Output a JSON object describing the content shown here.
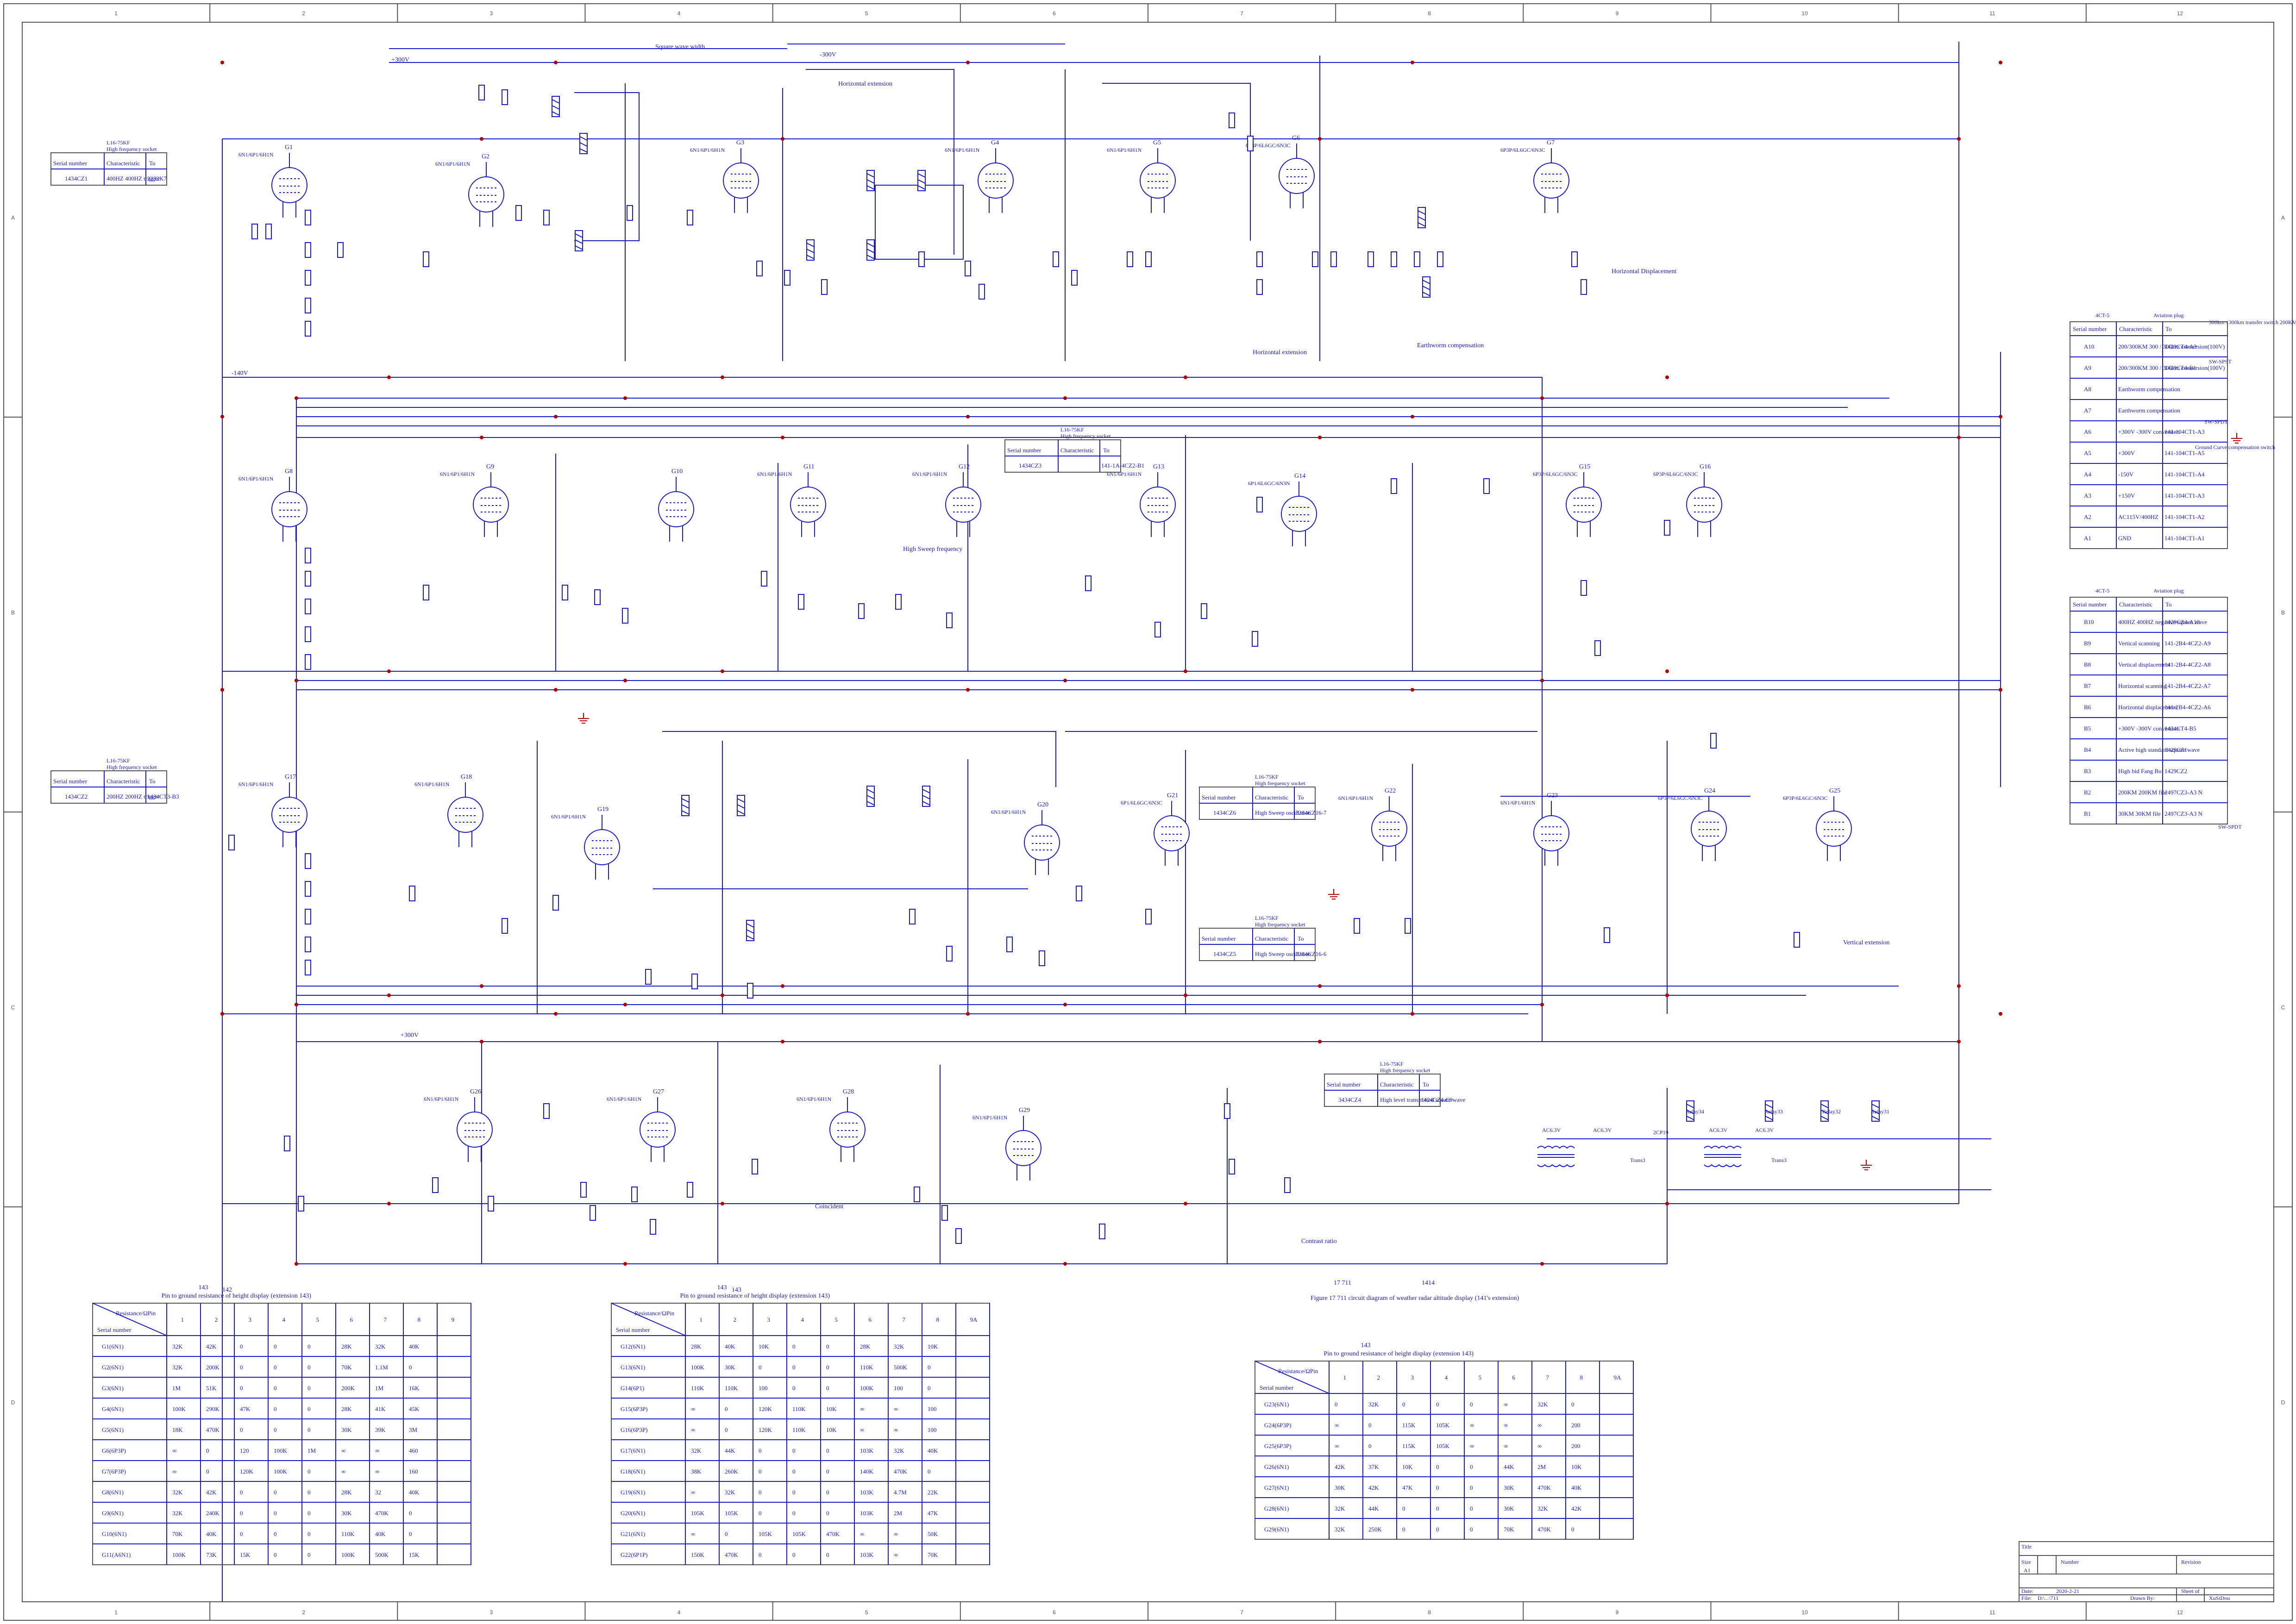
{
  "frame": {
    "columns": [
      "1",
      "2",
      "3",
      "4",
      "5",
      "6",
      "7",
      "8",
      "9",
      "10",
      "11",
      "12"
    ],
    "rows": [
      "A",
      "B",
      "C",
      "D"
    ]
  },
  "title_block": {
    "title_label": "Title",
    "size_label": "Size",
    "size_value": "A1",
    "number_label": "Number",
    "revision_label": "Revision",
    "date_label": "Date:",
    "date_value": "2020-2-21",
    "sheet_label": "Sheet of",
    "file_label": "File:",
    "file_value": "D:\\...\\711",
    "drawn_label": "Drawn By:",
    "drawn_value": "XuSiDou"
  },
  "figure_caption": "Figure 17   711 circuit diagram of weather radar altitude display (141's extension)",
  "supply_labels": [
    "+300V",
    "-300V",
    "-140V",
    "+300V",
    "+300V"
  ],
  "top_note": "Square wave width",
  "tubes": [
    {
      "id": "G1",
      "type": "6N1/6P1/6H1N"
    },
    {
      "id": "G2",
      "type": "6N1/6P1/6H1N"
    },
    {
      "id": "G3",
      "type": "6N1/6P1/6H1N"
    },
    {
      "id": "G4",
      "type": "6N1/6P1/6H1N"
    },
    {
      "id": "G5",
      "type": "6N1/6P1/6H1N"
    },
    {
      "id": "G6",
      "type": "6P3P/6L6GC/6N3C"
    },
    {
      "id": "G7",
      "type": "6P3P/6L6GC/6N3C"
    },
    {
      "id": "G8",
      "type": "6N1/6P1/6H1N"
    },
    {
      "id": "G9",
      "type": "6N1/6P1/6H1N"
    },
    {
      "id": "G10",
      "type": ""
    },
    {
      "id": "G11",
      "type": "6N1/6P1/6H1N"
    },
    {
      "id": "G12",
      "type": "6N1/6P1/6H1N"
    },
    {
      "id": "G13",
      "type": "6N1/6P1/6H1N"
    },
    {
      "id": "G14",
      "type": "6P1/6L6GC/6N3N"
    },
    {
      "id": "G15",
      "type": "6P3P/6L6GC/6N3C"
    },
    {
      "id": "G16",
      "type": "6P3P/6L6GC/6N3C"
    },
    {
      "id": "G17",
      "type": "6N1/6P1/6H1N"
    },
    {
      "id": "G18",
      "type": "6N1/6P1/6H1N"
    },
    {
      "id": "G19",
      "type": "6N1/6P1/6H1N"
    },
    {
      "id": "G20",
      "type": "6N1/6P1/6H1N"
    },
    {
      "id": "G21",
      "type": "6P1/6L6GC/6N3C"
    },
    {
      "id": "G22",
      "type": "6N1/6P1/6H1N"
    },
    {
      "id": "G23",
      "type": "6N1/6P1/6H1N"
    },
    {
      "id": "G24",
      "type": "6P3P/6L6GC/6N3C"
    },
    {
      "id": "G25",
      "type": "6P3P/6L6GC/6N3C"
    },
    {
      "id": "G26",
      "type": "6N1/6P1/6H1N"
    },
    {
      "id": "G27",
      "type": "6N1/6P1/6H1N"
    },
    {
      "id": "G28",
      "type": "6N1/6P1/6H1N"
    },
    {
      "id": "G29",
      "type": "6N1/6P1/6H1N"
    }
  ],
  "annotations": [
    "Horizontal extension",
    "Horizontal Displacement",
    "Horizontal extension",
    "Earthworm compensation",
    "High Sweep frequency",
    "Vertical extension",
    "Coincident",
    "Contrast ratio"
  ],
  "sockets": [
    {
      "name": "L16-75KF",
      "desc": "High frequency socket",
      "serial_label": "Serial number",
      "char_label": "Characteristic",
      "to_label": "To",
      "serial": "1434CZ1",
      "characteristic": "400HZ 400HZ trigger",
      "to": "2232K7"
    },
    {
      "name": "L16-75KF",
      "desc": "High frequency socket",
      "serial_label": "Serial number",
      "char_label": "Characteristic",
      "to_label": "To",
      "serial": "1434CZ3",
      "characteristic": "",
      "to": "141-1A-4CZ2-B1"
    },
    {
      "name": "L16-75KF",
      "desc": "High frequency socket",
      "serial_label": "Serial number",
      "char_label": "Characteristic",
      "to_label": "To",
      "serial": "1434CZ2",
      "characteristic": "200HZ 200HZ trigger",
      "to": "1434CT3-B3"
    },
    {
      "name": "L16-75KF",
      "desc": "High frequency socket",
      "serial_label": "Serial number",
      "char_label": "Characteristic",
      "to_label": "To",
      "serial": "1434CZ6",
      "characteristic": "High Sweep oscillation",
      "to": "3314CZ16-7"
    },
    {
      "name": "L16-75KF",
      "desc": "High frequency socket",
      "serial_label": "Serial number",
      "char_label": "Characteristic",
      "to_label": "To",
      "serial": "1434CZ5",
      "characteristic": "High Sweep oscillation",
      "to": "3314CZ16-6"
    },
    {
      "name": "L16-75KF",
      "desc": "High frequency socket",
      "serial_label": "Serial number",
      "char_label": "Characteristic",
      "to_label": "To",
      "serial": "3434CZ4",
      "characteristic": "High level transmitted square wave",
      "to": "1424CZ4-C9"
    }
  ],
  "plug_a": {
    "name": "4CT-5",
    "desc": "Aviation plug",
    "headers": [
      "Serial number",
      "Characteristic",
      "To"
    ],
    "rows": [
      [
        "A10",
        "200/300KM 300 / 300km conversion(100V)",
        "1429CT4-A3"
      ],
      [
        "A9",
        "200/300KM 300 / 300km conversion(100V)",
        "1429CT4-B1"
      ],
      [
        "A8",
        "Earthworm compensation",
        ""
      ],
      [
        "A7",
        "Earthworm compensation",
        ""
      ],
      [
        "A6",
        "+300V -300V conversion",
        "141-104CT1-A3"
      ],
      [
        "A5",
        "+300V",
        "141-104CT1-A5"
      ],
      [
        "A4",
        "-150V",
        "141-104CT1-A4"
      ],
      [
        "A3",
        "+150V",
        "141-104CT1-A3"
      ],
      [
        "A2",
        "AC115V/400HZ",
        "141-104CT1-A2"
      ],
      [
        "A1",
        "GND",
        "141-104CT1-A1"
      ]
    ]
  },
  "plug_b": {
    "name": "4CT-5",
    "desc": "Aviation plug",
    "headers": [
      "Serial number",
      "Characteristic",
      "To"
    ],
    "rows": [
      [
        "B10",
        "400HZ 400HZ negative square wave",
        "1429CZ4-A10"
      ],
      [
        "B9",
        "Vertical scanning",
        "141-2B4-4CZ2-A9"
      ],
      [
        "B8",
        "Vertical displacement",
        "141-2B4-4CZ2-A8"
      ],
      [
        "B7",
        "Horizontal scanning",
        "141-2B4-4CZ2-A7"
      ],
      [
        "B6",
        "Horizontal displacement",
        "141-2B4-4CZ2-A6"
      ],
      [
        "B5",
        "+300V -300V conversion",
        "1434CT4-B5"
      ],
      [
        "B4",
        "Active high standard square wave",
        "1429CZ1"
      ],
      [
        "B3",
        "High bid Fang Bo",
        "1429CZ2"
      ],
      [
        "B2",
        "200KM 200KM file",
        "2497CZ3-A3 N"
      ],
      [
        "B1",
        "30KM 30KM file",
        "2497CZ3-A3 N"
      ]
    ]
  },
  "switch_labels": [
    "300km / 300km transfer switch 200KM 300KM",
    "SW-SPST",
    "Ground Curve compensation switch",
    "SW-SPDT",
    "SW-SPDT"
  ],
  "table1": {
    "number": "143",
    "title": "Pin to ground resistance of height display (extension 143)",
    "corner_top": "Resistance/ΩPin",
    "corner_bottom": "Serial number",
    "cols": [
      "1",
      "2",
      "3",
      "4",
      "5",
      "6",
      "7",
      "8",
      "9"
    ],
    "rows": [
      [
        "G1(6N1)",
        "32K",
        "42K",
        "0",
        "0",
        "0",
        "28K",
        "32K",
        "40K",
        ""
      ],
      [
        "G2(6N1)",
        "32K",
        "200K",
        "0",
        "0",
        "0",
        "70K",
        "1.1M",
        "0",
        ""
      ],
      [
        "G3(6N1)",
        "1M",
        "51K",
        "0",
        "0",
        "0",
        "200K",
        "1M",
        "16K",
        ""
      ],
      [
        "G4(6N1)",
        "100K",
        "290K",
        "47K",
        "0",
        "0",
        "28K",
        "41K",
        "45K",
        ""
      ],
      [
        "G5(6N1)",
        "18K",
        "470K",
        "0",
        "0",
        "0",
        "30K",
        "39K",
        "3M",
        ""
      ],
      [
        "G6(6P3P)",
        "∞",
        "0",
        "120",
        "100K",
        "1M",
        "∞",
        "∞",
        "460",
        ""
      ],
      [
        "G7(6P3P)",
        "∞",
        "0",
        "120K",
        "100K",
        "0",
        "∞",
        "∞",
        "160",
        ""
      ],
      [
        "G8(6N1)",
        "32K",
        "42K",
        "0",
        "0",
        "0",
        "28K",
        "32",
        "40K",
        ""
      ],
      [
        "G9(6N1)",
        "32K",
        "240K",
        "0",
        "0",
        "0",
        "30K",
        "470K",
        "0",
        ""
      ],
      [
        "G10(6N1)",
        "70K",
        "40K",
        "0",
        "0",
        "0",
        "110K",
        "40K",
        "0",
        ""
      ],
      [
        "G11(A6N1)",
        "100K",
        "73K",
        "15K",
        "0",
        "0",
        "100K",
        "500K",
        "15K",
        ""
      ]
    ]
  },
  "table2": {
    "number": "143",
    "title": "Pin to ground resistance of height display (extension 143)",
    "corner_top": "Resistance/ΩPin",
    "corner_bottom": "Serial number",
    "cols": [
      "1",
      "2",
      "3",
      "4",
      "5",
      "6",
      "7",
      "8",
      "9A"
    ],
    "rows": [
      [
        "G12(6N1)",
        "28K",
        "40K",
        "10K",
        "0",
        "0",
        "28K",
        "32K",
        "10K",
        ""
      ],
      [
        "G13(6N1)",
        "100K",
        "30K",
        "0",
        "0",
        "0",
        "110K",
        "500K",
        "0",
        ""
      ],
      [
        "G14(6P1)",
        "110K",
        "110K",
        "100",
        "0",
        "0",
        "100K",
        "100",
        "0",
        ""
      ],
      [
        "G15(6P3P)",
        "∞",
        "0",
        "120K",
        "110K",
        "10K",
        "∞",
        "∞",
        "100",
        ""
      ],
      [
        "G16(6P3P)",
        "∞",
        "0",
        "120K",
        "110K",
        "10K",
        "∞",
        "∞",
        "100",
        ""
      ],
      [
        "G17(6N1)",
        "32K",
        "44K",
        "0",
        "0",
        "0",
        "103K",
        "32K",
        "40K",
        ""
      ],
      [
        "G18(6N1)",
        "38K",
        "260K",
        "0",
        "0",
        "0",
        "140K",
        "470K",
        "0",
        ""
      ],
      [
        "G19(6N1)",
        "∞",
        "32K",
        "0",
        "0",
        "0",
        "103K",
        "4.7M",
        "22K",
        ""
      ],
      [
        "G20(6N1)",
        "105K",
        "105K",
        "0",
        "0",
        "0",
        "103K",
        "2M",
        "47K",
        ""
      ],
      [
        "G21(6N1)",
        "∞",
        "0",
        "105K",
        "105K",
        "470K",
        "∞",
        "∞",
        "50K",
        ""
      ],
      [
        "G22(6P1P)",
        "150K",
        "470K",
        "0",
        "0",
        "0",
        "103K",
        "∞",
        "70K",
        ""
      ]
    ]
  },
  "table3": {
    "number": "143",
    "title": "Pin to ground resistance of height display (extension 143)",
    "corner_top": "Resistance/ΩPin",
    "corner_bottom": "Serial number",
    "cols": [
      "1",
      "2",
      "3",
      "4",
      "5",
      "6",
      "7",
      "8",
      "9A"
    ],
    "rows": [
      [
        "G23(6N1)",
        "0",
        "32K",
        "0",
        "0",
        "0",
        "∞",
        "32K",
        "0",
        ""
      ],
      [
        "G24(6P3P)",
        "∞",
        "0",
        "115K",
        "105K",
        "∞",
        "∞",
        "∞",
        "200",
        ""
      ],
      [
        "G25(6P3P)",
        "∞",
        "0",
        "115K",
        "105K",
        "∞",
        "∞",
        "∞",
        "200",
        ""
      ],
      [
        "G26(6N1)",
        "42K",
        "37K",
        "10K",
        "0",
        "0",
        "44K",
        "2M",
        "10K",
        ""
      ],
      [
        "G27(6N1)",
        "30K",
        "42K",
        "47K",
        "0",
        "0",
        "30K",
        "470K",
        "40K",
        ""
      ],
      [
        "G28(6N1)",
        "32K",
        "44K",
        "0",
        "0",
        "0",
        "30K",
        "32K",
        "42K",
        ""
      ],
      [
        "G29(6N1)",
        "32K",
        "250K",
        "0",
        "0",
        "0",
        "70K",
        "470K",
        "0",
        ""
      ]
    ]
  },
  "bottom_numbers": [
    "142",
    "143",
    "17   711",
    "1414"
  ],
  "transformer_labels": [
    "AC6.3V",
    "AC6.3V",
    "AC6.3V",
    "AC6.3V",
    "Trans3",
    "Trans3",
    "2CP19"
  ],
  "relay_labels": [
    "Relay34",
    "Relay33",
    "Relay32",
    "Relay31"
  ],
  "colors": {
    "ink": "#1a1ac8",
    "node": "#b00000",
    "frame": "#555555",
    "background": "#ffffff"
  }
}
